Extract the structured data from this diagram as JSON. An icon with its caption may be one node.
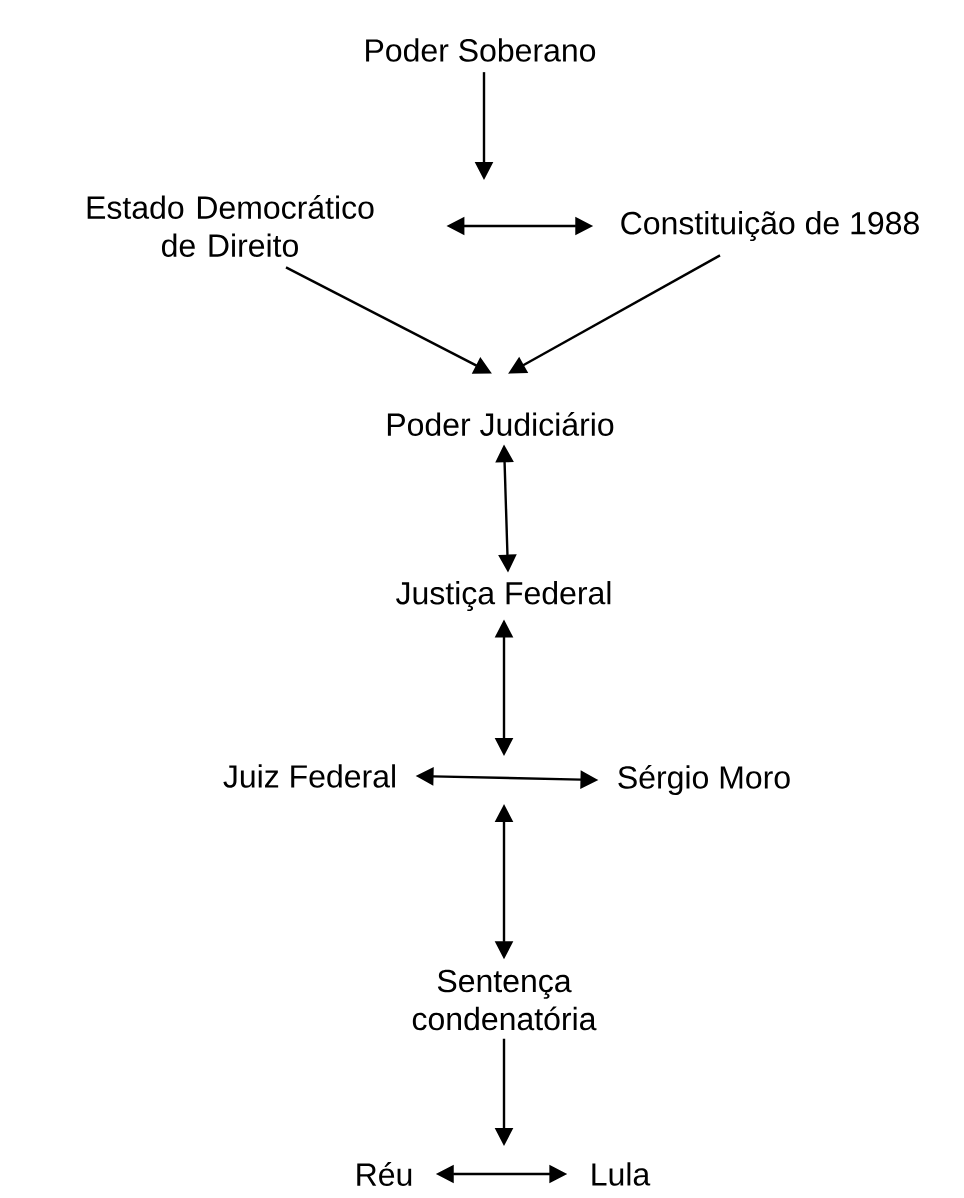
{
  "diagram": {
    "nodes": [
      {
        "text": [
          "Poder Soberano"
        ]
      },
      {
        "text": [
          "Estado Democrático de Direito"
        ]
      },
      {
        "text": [
          "Constituição de 1988"
        ]
      },
      {
        "text": [
          "Poder Judiciário"
        ]
      },
      {
        "text": [
          "Justiça Federal"
        ]
      },
      {
        "text": [
          "Juiz Federal"
        ]
      },
      {
        "text": [
          "Sérgio Moro"
        ]
      },
      {
        "text": [
          "Sentença condenatória"
        ]
      },
      {
        "text": [
          "Réu"
        ]
      },
      {
        "text": [
          "Lula"
        ]
      }
    ],
    "edges": [
      {
        "from": 0,
        "to": null,
        "arrow": "to"
      },
      {
        "from": 1,
        "to": 2,
        "arrow": "both"
      },
      {
        "from": 1,
        "to": 3,
        "arrow": "to"
      },
      {
        "from": 2,
        "to": 3,
        "arrow": "to"
      },
      {
        "from": 3,
        "to": 4,
        "arrow": "both"
      },
      {
        "from": 4,
        "to": null,
        "arrow": "both"
      },
      {
        "from": 5,
        "to": 6,
        "arrow": "both"
      },
      {
        "from": null,
        "to": 7,
        "arrow": "both"
      },
      {
        "from": 7,
        "to": null,
        "arrow": "to"
      },
      {
        "from": 8,
        "to": 9,
        "arrow": "both"
      }
    ]
  }
}
